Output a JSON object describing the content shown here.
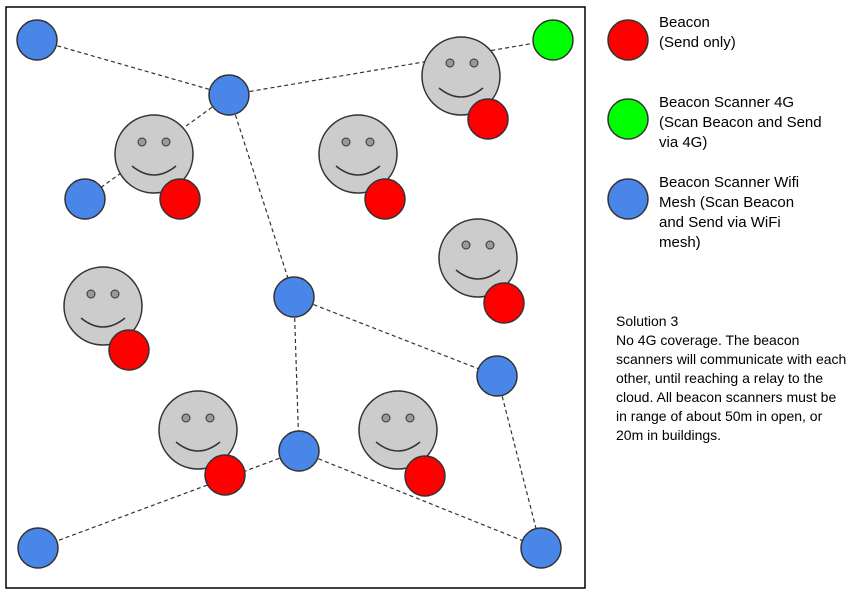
{
  "legend": {
    "beacon": {
      "label": "Beacon\n(Send only)",
      "color": "#ff0000"
    },
    "scanner_4g": {
      "label": "Beacon Scanner 4G\n(Scan Beacon and Send\nvia 4G)",
      "color": "#00ff00"
    },
    "scanner_wifi": {
      "label": "Beacon Scanner Wifi\nMesh (Scan Beacon\nand Send via WiFi\nmesh)",
      "color": "#4a86e8"
    }
  },
  "solution": {
    "title": "Solution 3",
    "description": "No 4G coverage. The beacon scanners will communicate with each other, until reaching a relay to the cloud.  All beacon scanners must be in range of about 50m in open, or 20m in buildings."
  },
  "colors": {
    "face_fill": "#cccccc",
    "outline": "#333333",
    "link": "#333333"
  }
}
